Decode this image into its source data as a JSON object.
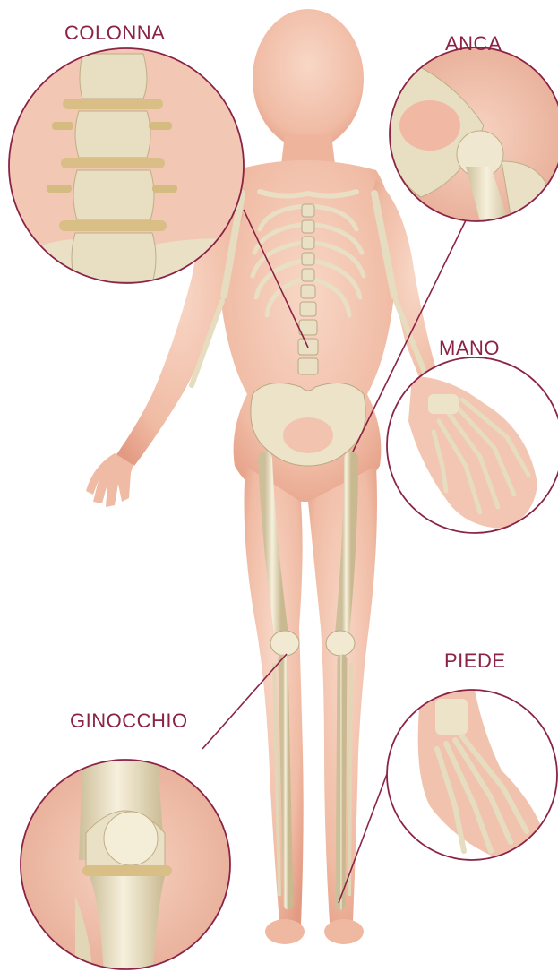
{
  "labels": {
    "colonna": "COLONNA",
    "anca": "ANCA",
    "mano": "MANO",
    "piede": "PIEDE",
    "ginocchio": "GINOCCHIO"
  },
  "colors": {
    "accent": "#8b2346",
    "skin": "#f2c2ad",
    "skin_shadow": "#e7a48c",
    "bone": "#efe7cf",
    "bone_shadow": "#cdbf9a",
    "cartilage": "#d9bf86",
    "background": "#ffffff"
  }
}
